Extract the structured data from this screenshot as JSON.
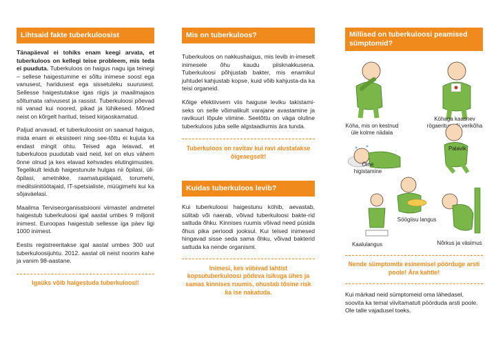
{
  "col1": {
    "heading": "Lihtsaid fakte tuberkuloosist",
    "p1_bold": "Tänapäeval ei tohiks enam keegi arvata, et tuberkuloos on kellegi teise probleem, mis teda ei puuduta.",
    "p1_rest": " Tuberkuloos on haigus nagu iga teinegi – sellese haigestumine ei sõltu inimese soost ega vanusest, haridusest ega sissetuleku suurusest. Sellesse haigestutakse igas riigis ja maailmajaos sõltumata rahvusest ja rassist. Tuberkuloosi põevad nii vanad kui noored, pikad ja lühikesed. Mõned neist on kõrgelt haritud, teised kirjaoskamatud.",
    "p2": "Paljud arvavad, et tuberkuloosist on saanud haigus, mida enam ei eksisteeri  ning see-tõttu ei kujuta ka endast mingit ohtu. Teised aga leiavad, et tuberkuloos puudutab vaid neid, kel on elus vähem õnne olnud ja kes elavad kehvades elutingimustes. Tegelikult leidub haigestunute hulgas nii õpilasi, üli-õpilasi, ametnikke, raamatupidajaid, torumehi, meditsiinitöötajaid, IT-spetsialiste, müügimehi kui ka sõjaväelasi.",
    "p3": "Maailma Terviseorganisatsiooni viimastel andmetel haigestub tuberkuloosi igal aastal umbes 9 miljonit inimest. Euroopas haigestub sellesse iga päev ligi 1000 inimest.",
    "p4": "Eestis registreeritakse igal aastal umbes 300 uut tuberkuloosijuhtu. 2012. aastal oli neist noorim kahe ja vanim 98-aastane.",
    "highlight": "Igaüks võib haigestuda tuberkuloosi!"
  },
  "col2": {
    "heading1": "Mis on tuberkuloos?",
    "p1": "Tuberkuloos on nakkushaigus, mis levib in-imeselt inimesele õhu kaudu piisknakkusena. Tuberkuloosi põhjustab bakter, mis enamikul juhtudel kahjustab kopse, kuid võib kahjusta-da ka teisi organeid.",
    "p2": "Kõige efektiivsem viis haiguse leviku takistami-seks on selle võimalikult varajane avastamine ja ravikuuri lõpule viimine. Seetõttu on väga oluline tuberkuloos juba selle algstaadiumis ära tunda.",
    "highlight1": "Tuberkuloos on ravitav kui ravi alustatakse õigeaegselt!",
    "heading2": "Kuidas tuberkuloos levib?",
    "p3": "Kui tuberkuloosi haigestunu köhib, aevastab, sülitab või naerab, võivad tuberkuloosi bakte-rid sattuda õhku. Kinnises ruumis võivad need püsida õhus pika perioodi jooksul. Kui teised inimesed hingavad sisse seda sama õhku, võivad bakterid sattuda ka nende organismi.",
    "highlight2": "Inimesi, kes viibivad lahtist kopsutuberkuloosi põdeva isikuga ühes ja samas kinnises ruumis, ohustab tõsine risk ka ise nakatuda."
  },
  "col3": {
    "heading": "Millised on tuberkuloosi peamised sümptomid?",
    "captions": {
      "cough": "Köha, mis on kestnud üle kolme nädala",
      "blood": "Köhaga kaasnev rögaeritus või verikõha",
      "fever": "Palavik",
      "sweat": "Öine higistamine",
      "appetite": "Söögiisu langus",
      "weight": "Kaalulangus",
      "fatigue": "Nõrkus ja väsimus"
    },
    "highlight": "Nende sümptomite esinemisel pöörduge arsti poole! Ära kahtle!",
    "p1": "Kui märkad neid sümptomeid oma lähedasel, soovita ka temal viivitamatult pöörduda arsti poole. Ole talle vajadusel toeks."
  },
  "colors": {
    "accent": "#f08a1c",
    "figure_body": "#7ab648",
    "figure_skin": "#f6d7b6"
  }
}
